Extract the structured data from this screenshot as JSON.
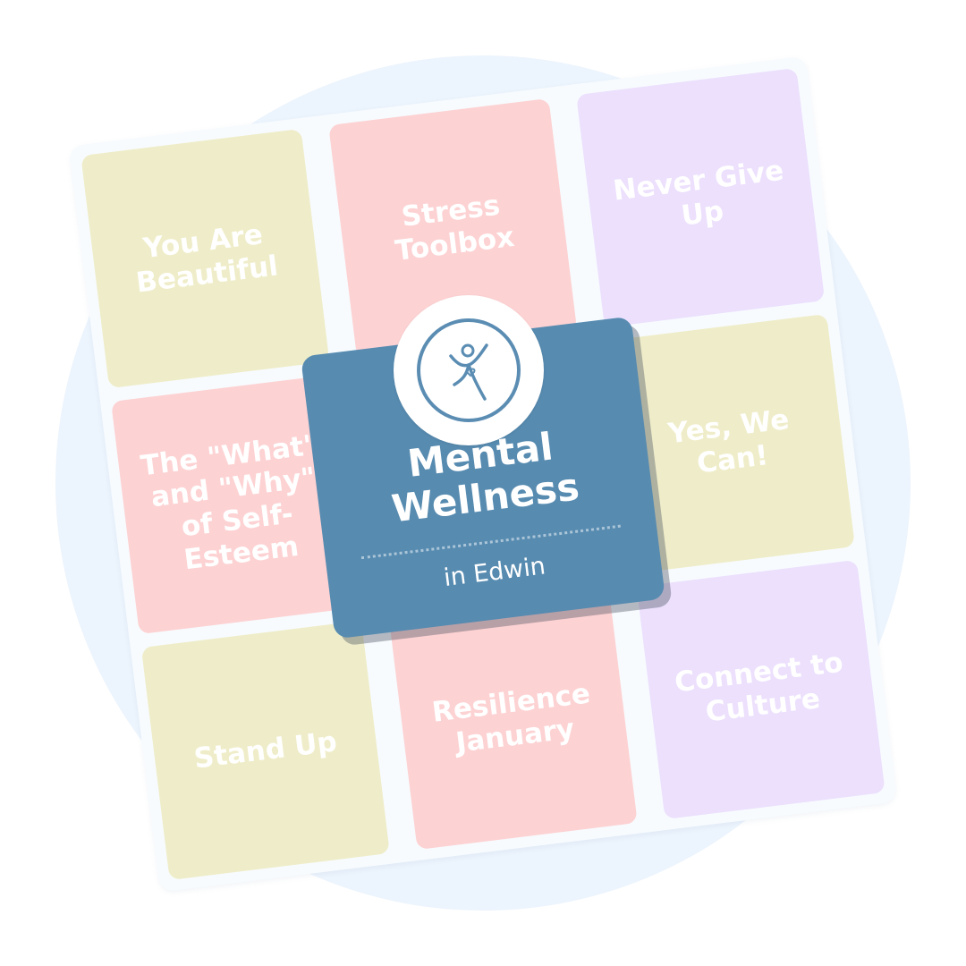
{
  "tiles": [
    {
      "label": "You Are Beautiful",
      "color": "#efedc9"
    },
    {
      "label": "Stress Toolbox",
      "color": "#fdd2d3"
    },
    {
      "label": "Never Give Up",
      "color": "#ece0fd"
    },
    {
      "label": "The \"What\" and \"Why\" of Self-Esteem",
      "color": "#fdd2d3"
    },
    {
      "label": "Yes, We Can!",
      "color": "#efedc9"
    },
    {
      "label": "Stand Up",
      "color": "#efedc9"
    },
    {
      "label": "Resilience January",
      "color": "#fdd2d3"
    },
    {
      "label": "Connect to Culture",
      "color": "#ece0fd"
    }
  ],
  "feature": {
    "title": "Mental Wellness",
    "subtitle": "in Edwin",
    "color": "#578bb0",
    "logo_icon": "jumping-person-heart-icon"
  },
  "colors": {
    "background_circle": "#ecf4fd",
    "board": "#f7fbfe"
  }
}
